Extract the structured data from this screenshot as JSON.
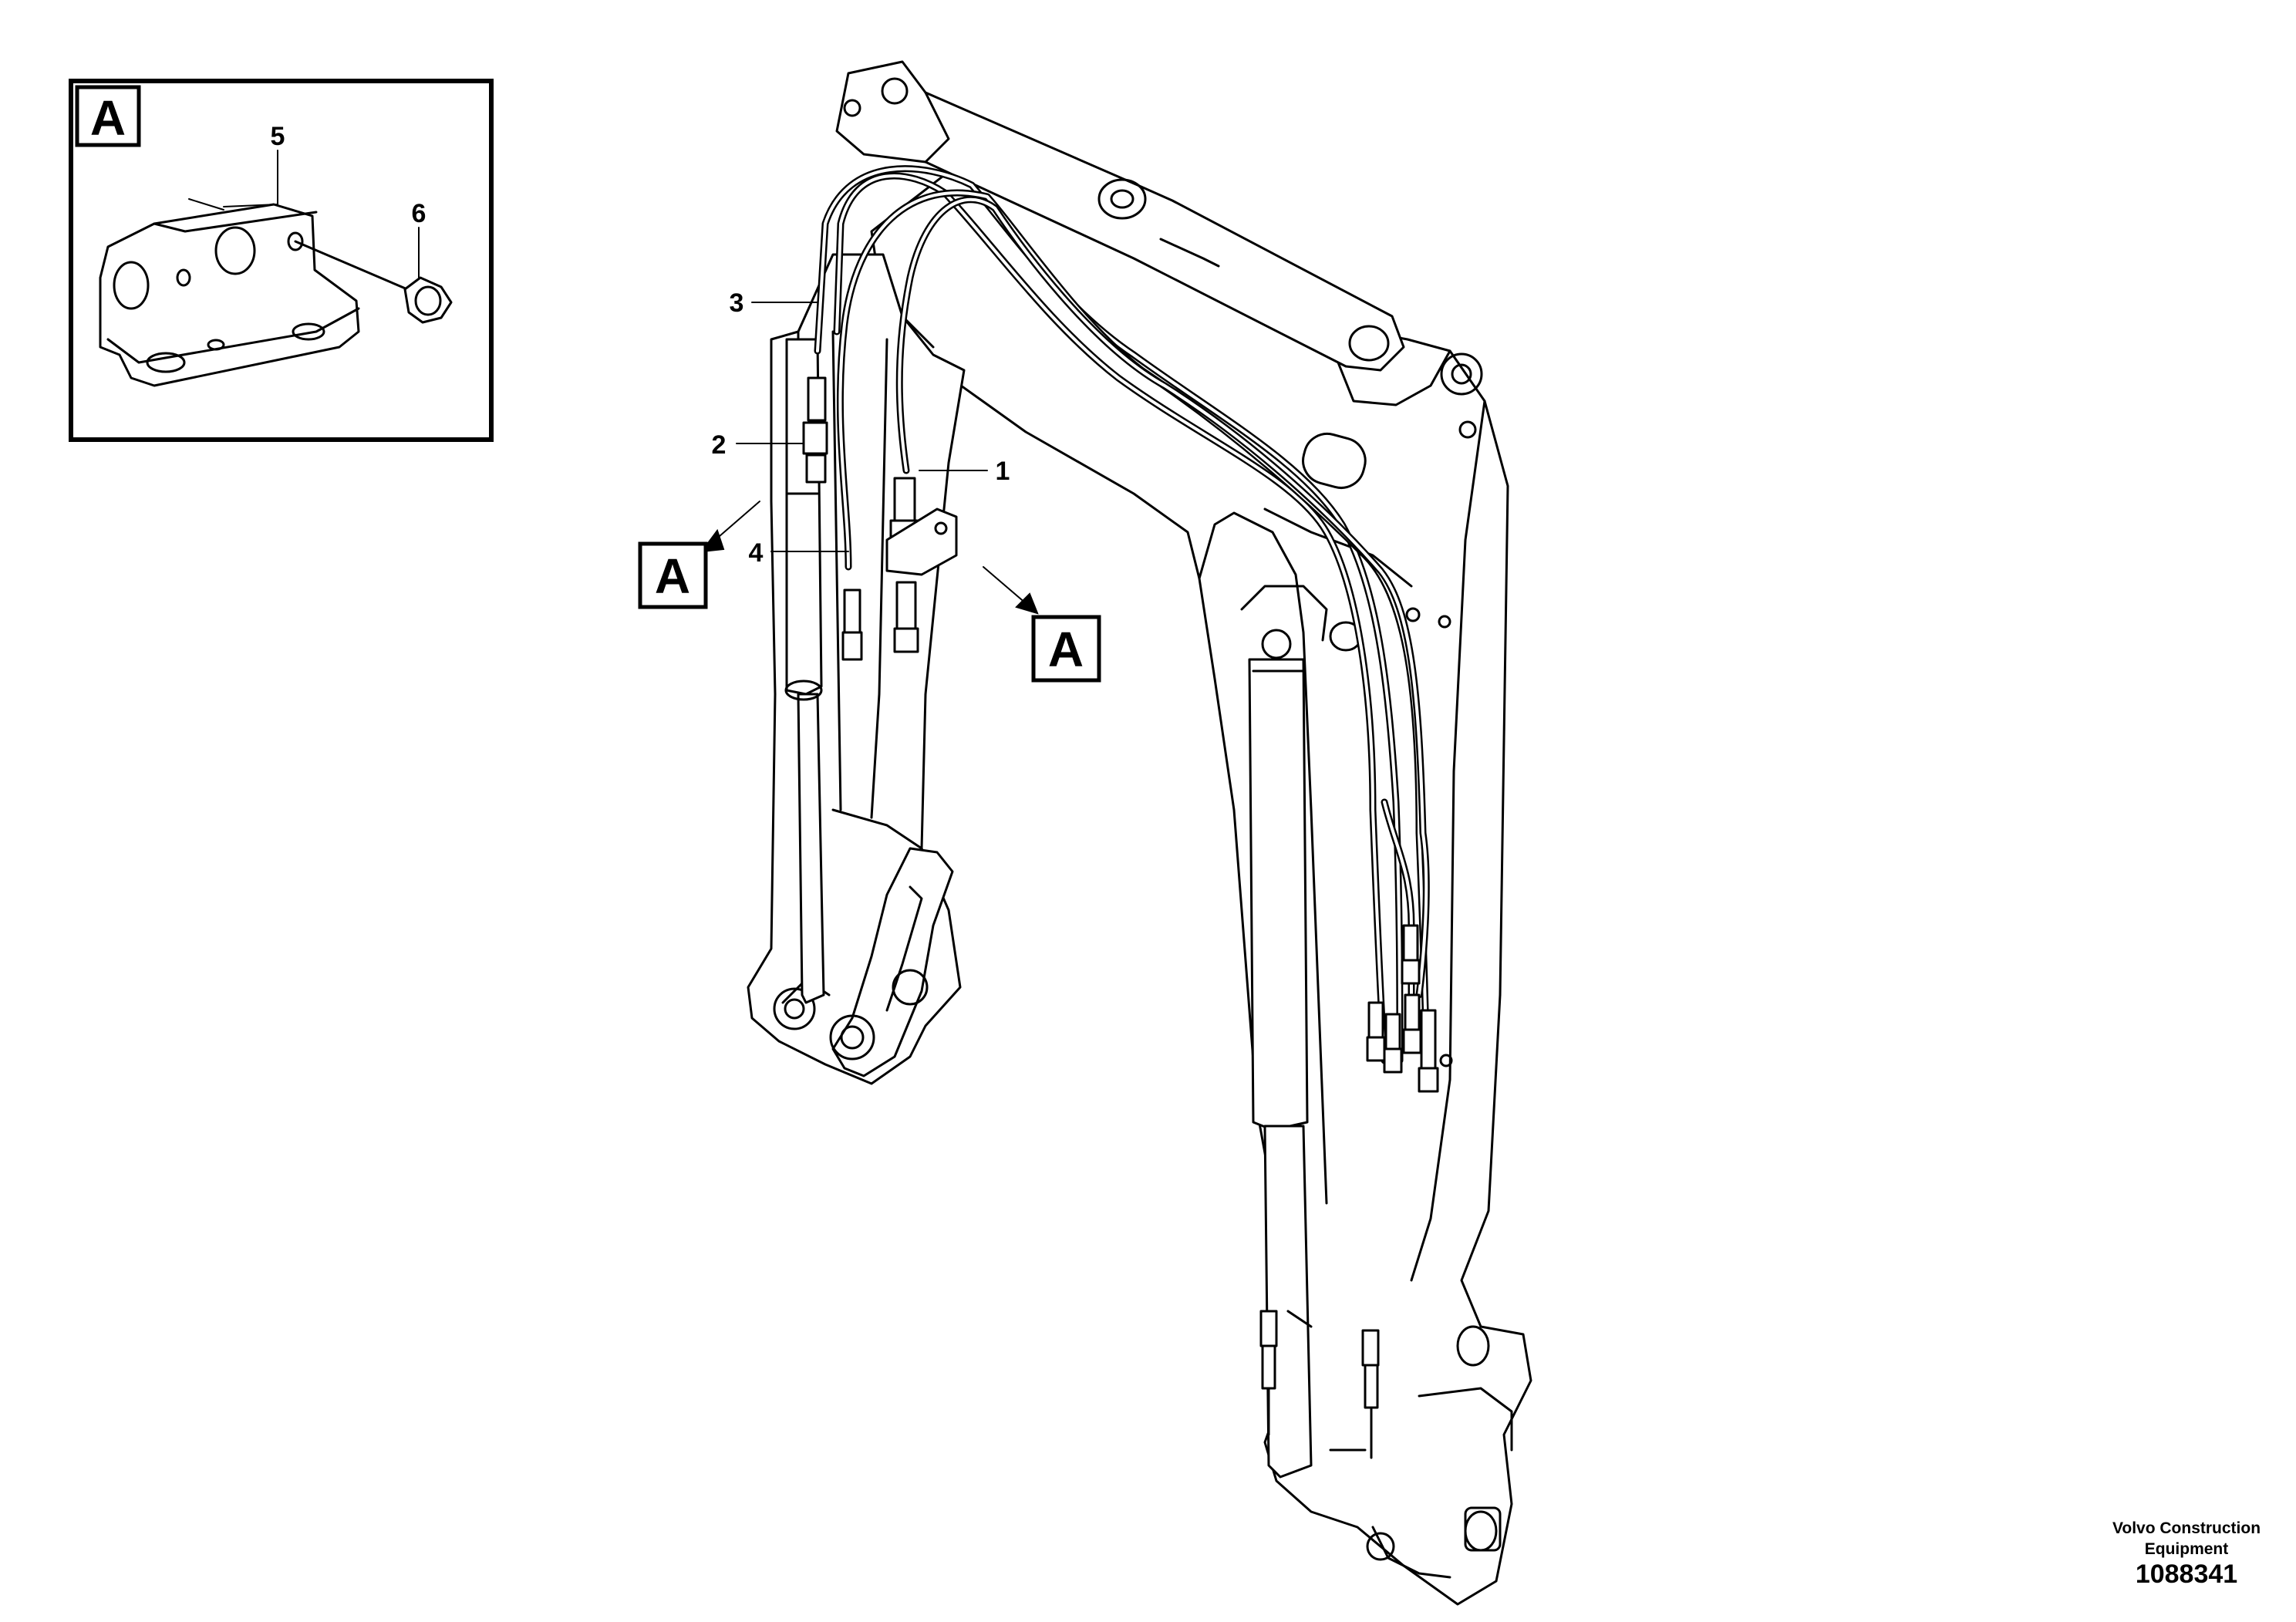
{
  "detail_view": {
    "letter": "A",
    "callouts": [
      {
        "id": "5",
        "label": "5"
      },
      {
        "id": "6",
        "label": "6"
      }
    ]
  },
  "main_callouts": [
    {
      "id": "1",
      "label": "1"
    },
    {
      "id": "2",
      "label": "2"
    },
    {
      "id": "3",
      "label": "3"
    },
    {
      "id": "4",
      "label": "4"
    }
  ],
  "view_markers": [
    {
      "letter": "A"
    },
    {
      "letter": "A"
    }
  ],
  "credit": {
    "company": "Volvo Construction\nEquipment",
    "company_line1": "Volvo Construction",
    "company_line2": "Equipment",
    "drawing_number": "1088341"
  }
}
